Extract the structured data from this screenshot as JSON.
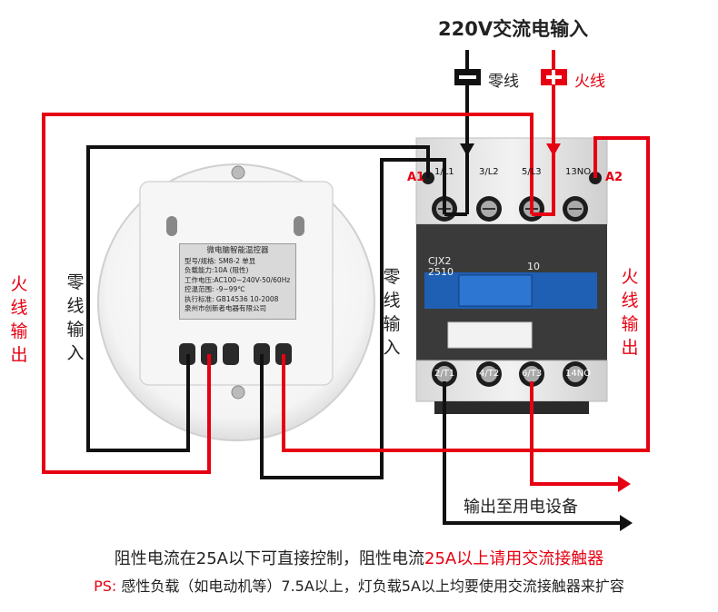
{
  "title": "220V交流电输入",
  "input_tags": {
    "neutral": "零线",
    "live": "火线",
    "neutral_symbol": "−",
    "live_symbol": "+"
  },
  "side_labels": {
    "live_output_left": "火线输出",
    "neutral_input_left": "零线输入",
    "neutral_input_mid": "零线输入",
    "live_output_right": "火线输出"
  },
  "controller_plate": {
    "title": "微电脑智能温控器",
    "rows": [
      "型号/规格:  SM8-2 单显",
      "负载能力:10A (阻性)",
      "工作电压:AC100~240V-50/60Hz",
      "控温范围: -9~99℃",
      "执行标准:  GB14536 10-2008",
      "泉州市创新者电器有限公司"
    ]
  },
  "contactor": {
    "model": "CJX2",
    "model_number": "2510",
    "rating": "10",
    "top_terminals": [
      "1/L1",
      "3/L2",
      "5/L3",
      "13NO"
    ],
    "bottom_terminals": [
      "2/T1",
      "4/T2",
      "6/T3",
      "14NO"
    ],
    "coil_terminals": [
      "A1",
      "A2"
    ]
  },
  "output_label": "输出至用电设备",
  "footer": {
    "line1_normal": "阻性电流在25A以下可直接控制，阻性电流",
    "line1_highlight": "25A以上请用交流接触器",
    "line2_ps": "PS:",
    "line2_text": " 感性负载（如电动机等）7.5A以上，灯负载5A以上均要使用交流接触器来扩容"
  },
  "colors": {
    "live": "#e60012",
    "neutral": "#111111",
    "contactor_body": "#3a3a3a",
    "contactor_blue": "#1f5fb4"
  }
}
